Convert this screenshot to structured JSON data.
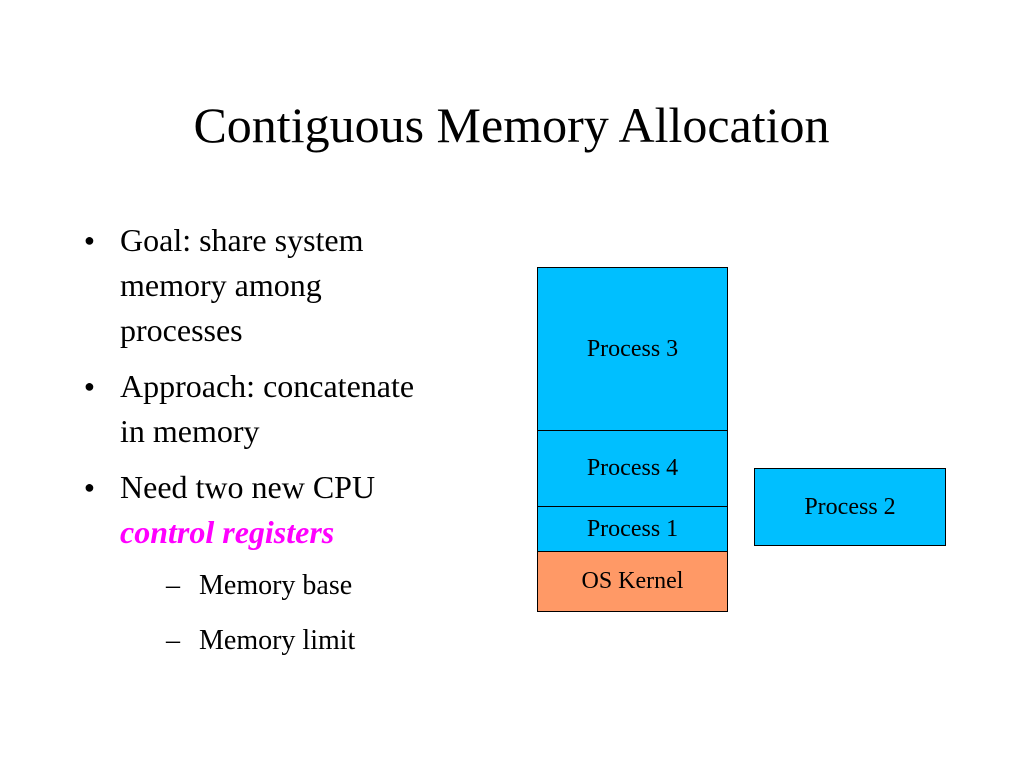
{
  "slide": {
    "title": "Contiguous Memory Allocation",
    "bullets": [
      {
        "lines": [
          "Goal: share system",
          "memory among",
          "processes"
        ]
      },
      {
        "lines": [
          "Approach: concatenate",
          "in memory"
        ]
      },
      {
        "line1": "Need two new CPU",
        "emphasis": "control registers"
      }
    ],
    "sub_bullets": [
      "Memory base",
      "Memory limit"
    ],
    "bullet_glyph": "●",
    "sub_bullet_glyph": "–"
  },
  "diagram": {
    "memory_stack": {
      "process3": "Process 3",
      "process4": "Process 4",
      "process1": "Process 1",
      "os_kernel": "OS Kernel"
    },
    "outside": {
      "process2": "Process 2"
    },
    "colors": {
      "process_fill": "#00bfff",
      "kernel_fill": "#ff9966",
      "emphasis_text": "#ff00ff"
    }
  }
}
